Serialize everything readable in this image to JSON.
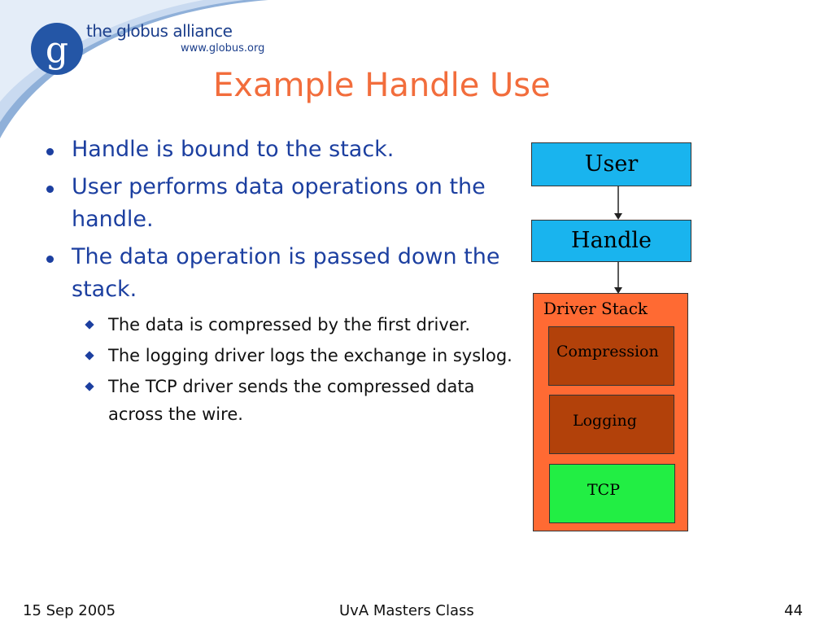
{
  "logo": {
    "name": "the globus alliance",
    "url": "www.globus.org",
    "mark": "g"
  },
  "title": "Example Handle Use",
  "bullets": [
    {
      "text": "Handle is bound to the stack."
    },
    {
      "text": "User performs data operations on the handle."
    },
    {
      "text": "The data operation is passed down the stack."
    }
  ],
  "sub_bullets": [
    {
      "text": "The data is compressed by the first driver."
    },
    {
      "text": "The logging driver logs the exchange in syslog."
    },
    {
      "text": "The TCP driver sends the compressed data across the wire."
    }
  ],
  "diagram": {
    "user": "User",
    "handle": "Handle",
    "stack_label": "Driver Stack",
    "drivers": [
      "Compression",
      "Logging",
      "TCP"
    ],
    "colors": {
      "user": "#19b4ee",
      "stack": "#ff6a33",
      "driver": "#b2410a",
      "tcp": "#22ee44"
    }
  },
  "footer": {
    "date": "15 Sep 2005",
    "center": "UvA Masters Class",
    "page": "44"
  }
}
